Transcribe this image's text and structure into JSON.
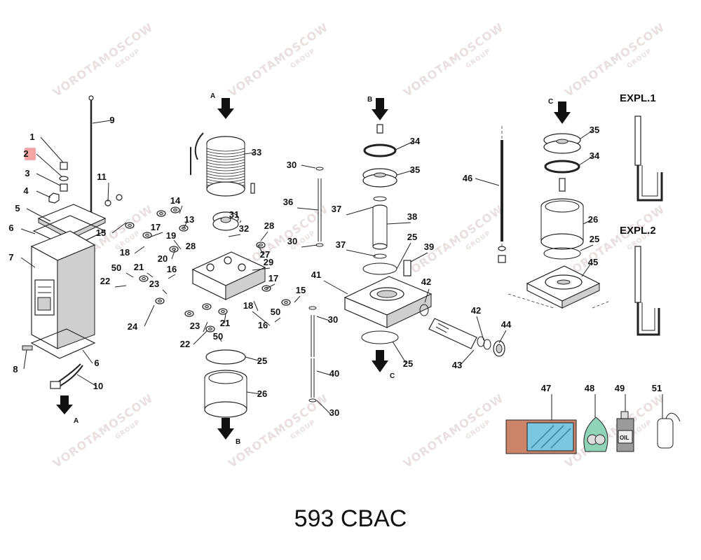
{
  "diagram": {
    "title": "593 CBAC",
    "highlighted_callout": "2",
    "highlight_color": "#f4a6a6",
    "watermark_text": "VOROTAMOSCOW",
    "watermark_sub": "GROUP",
    "watermark_color": "#d9c6c6",
    "expl_labels": [
      "EXPL.1",
      "EXPL.2"
    ],
    "arrow_labels": [
      "A",
      "A",
      "B",
      "B",
      "C",
      "C"
    ],
    "callouts": [
      "1",
      "2",
      "3",
      "4",
      "5",
      "6",
      "7",
      "6",
      "8",
      "9",
      "10",
      "11",
      "15",
      "14",
      "13",
      "17",
      "18",
      "19",
      "20",
      "28",
      "32",
      "31",
      "33",
      "28",
      "27",
      "29",
      "50",
      "21",
      "16",
      "22",
      "23",
      "24",
      "17",
      "18",
      "15",
      "50",
      "16",
      "21",
      "50",
      "23",
      "22",
      "25",
      "26",
      "30",
      "36",
      "37",
      "30",
      "37",
      "34",
      "35",
      "38",
      "25",
      "39",
      "41",
      "42",
      "30",
      "40",
      "30",
      "25",
      "42",
      "44",
      "43",
      "46",
      "35",
      "34",
      "26",
      "25",
      "45",
      "47",
      "48",
      "49",
      "51"
    ]
  }
}
